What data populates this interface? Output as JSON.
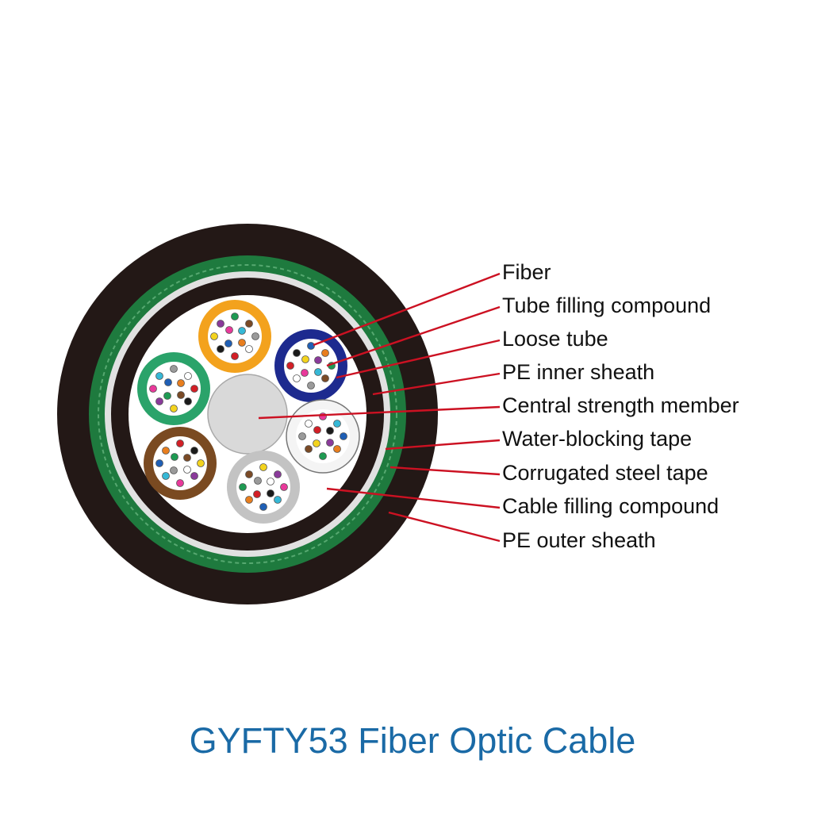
{
  "title": "GYFTY53 Fiber Optic Cable",
  "labels": [
    "Fiber",
    "Tube filling compound",
    "Loose tube",
    "PE inner sheath",
    "Central strength member",
    "Water-blocking tape",
    "Corrugated steel tape",
    "Cable filling compound",
    "PE outer sheath"
  ],
  "colors": {
    "leader_line": "#cc1122",
    "title": "#1a6aa6",
    "outer_sheath": "#231816",
    "steel_tape": "#1e7a3e",
    "central_member": "#d9d9d9",
    "fibers": [
      "#1f5fb5",
      "#e87e1e",
      "#1e9a52",
      "#7a4a26",
      "#9a9a9a",
      "#ffffff",
      "#d21f26",
      "#1a1a1a",
      "#f3d31e",
      "#8a3a9a",
      "#e8399a",
      "#36b8d6"
    ]
  },
  "loose_tubes": [
    {
      "name": "blue-tube",
      "color": "#1d2a8f"
    },
    {
      "name": "orange-tube",
      "color": "#f3a21d"
    },
    {
      "name": "green-tube",
      "color": "#2aa36a"
    },
    {
      "name": "brown-tube",
      "color": "#7a4a21"
    },
    {
      "name": "gray-tube",
      "color": "#c3c3c3"
    },
    {
      "name": "white-tube",
      "color": "#f4f4f4"
    }
  ]
}
